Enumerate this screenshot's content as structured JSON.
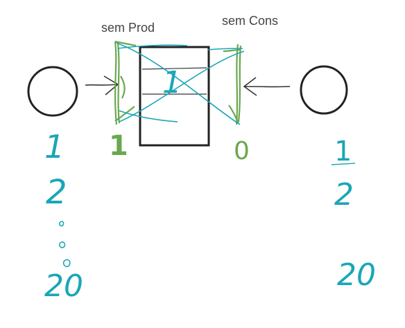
{
  "labels": {
    "producer_semaphore": "sem Prod",
    "consumer_semaphore": "sem Cons"
  },
  "semaphore_values": {
    "producer": "1",
    "consumer": "0"
  },
  "buffer_value": "1",
  "producer_sequence": [
    "1",
    "2",
    "20"
  ],
  "consumer_sequence": [
    "1",
    "2",
    "20"
  ],
  "colors": {
    "ink": "#222222",
    "green": "#6aa84f",
    "cyan": "#1aa6b7",
    "label": "#444444"
  }
}
